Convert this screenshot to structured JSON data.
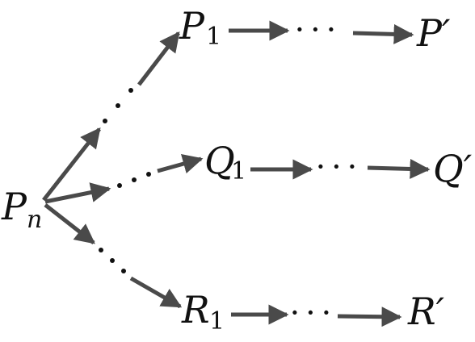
{
  "diagram": {
    "nodes": {
      "pn": {
        "base": "P",
        "sub": "n"
      },
      "p1": {
        "base": "P",
        "sub": "1"
      },
      "q1": {
        "base": "Q",
        "sub": "1"
      },
      "r1": {
        "base": "R",
        "sub": "1"
      },
      "pprime": {
        "base": "P′"
      },
      "qprime": {
        "base": "Q′"
      },
      "rprime": {
        "base": "R′"
      }
    },
    "ellipsis": "· · ·",
    "edge_color": "#4a4a4a"
  }
}
